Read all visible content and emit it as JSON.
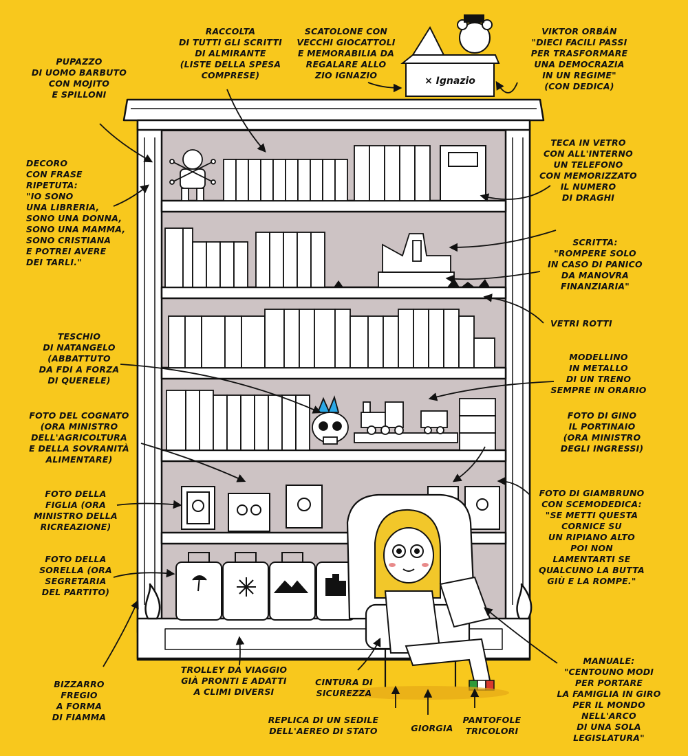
{
  "annotations": {
    "almirante": "Raccolta\ndi tutti gli scritti\ndi Almirante\n(liste della spesa\ncomprese)",
    "scatolone": "Scatolone con\nvecchi giocattoli\ne memorabilia da\nregalare allo\nzio Ignazio",
    "orban": "Viktor Orbán\n\"Dieci facili passi\nper trasformare\nuna democrazia\nin un regime\"\n(con dedica)",
    "pupazzo": "Pupazzo\ndi uomo barbuto\ncon mojito\ne spilloni",
    "teca": "Teca in vetro\ncon all'interno\nun telefono\ncon memorizzato\nil numero\ndi Draghi",
    "decoro": "Decoro\ncon frase\nripetuta:\n\"Io sono\nuna libreria,\nsono una donna,\nsono una mamma,\nsono cristiana\ne potrei avere\ndei tarli.\"",
    "scritta": "Scritta:\n\"Rompere solo\nin caso di panico\nda manovra\nfinanziaria\"",
    "vetri": "Vetri rotti",
    "teschio": "Teschio\ndi Natangelo\n(abbattuto\nda FdI a forza\ndi querele)",
    "treno": "Modellino\nin metallo\ndi un treno\nsempre in orario",
    "cognato": "Foto del cognato\n(ora ministro\ndell'agricoltura\ne della sovranità\nalimentare)",
    "gino": "Foto di Gino\nil portinaio\n(ora ministro\ndegli ingressi)",
    "figlia": "Foto della\nfiglia (ora\nministro della\nricreazione)",
    "giambruno": "Foto di Giambruno\ncon scemodedica:\n\"Se metti questa\ncornice su\nun ripiano alto\npoi non\nlamentarti se\nqualcuno la butta\ngiù e la rompe.\"",
    "sorella": "Foto della\nsorella (ora\nsegretaria\ndel partito)",
    "trolley": "Trolley da viaggio\ngià pronti e adatti\na climi diversi",
    "cintura": "Cintura di\nsicurezza",
    "manuale": "Manuale:\n\"Centouno modi\nper portare\nla famiglia in giro\nper il mondo\nnell'arco\ndi una sola\nlegislatura\"",
    "fregio": "Bizzarro\nfregio\na forma\ndi fiamma",
    "sedile": "Replica di un sedile\ndell'aereo di Stato",
    "giorgia": "Giorgia",
    "pantofole": "Pantofole\ntricolori"
  },
  "box_label": "× Ignazio",
  "colors": {
    "background": "#f8c81d",
    "ink": "#111111",
    "shelf_back": "#cdc3c4",
    "paper": "#ffffff",
    "hair": "#f2c72a",
    "skull_crest": "#2aa8e6",
    "slipper_green": "#2e9a3a",
    "slipper_red": "#d83a2e"
  }
}
